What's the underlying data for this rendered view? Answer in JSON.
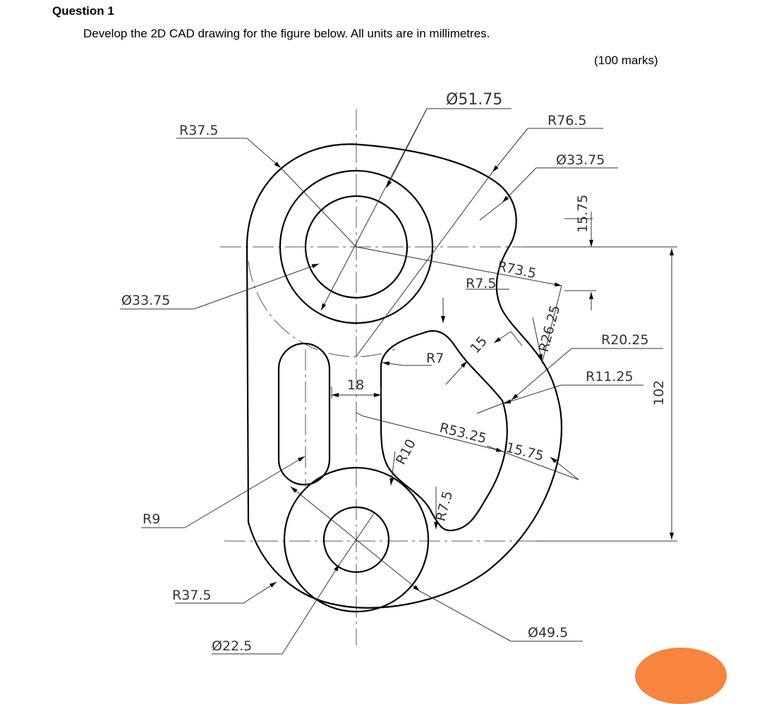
{
  "question": {
    "title": "Question 1",
    "text": "Develop the 2D CAD drawing for the figure below. All units are in millimetres.",
    "marks": "(100 marks)"
  },
  "dimensions": {
    "phi_51_75": "Ø51.75",
    "r76_5": "R76.5",
    "r37_5_top": "R37.5",
    "d33_75_right": "Ø33.75",
    "v15_75_top": "15.75",
    "d33_75_left": "Ø33.75",
    "r73_5": "R73.5",
    "r7_5_top": "R7.5",
    "r26_25": "R26.25",
    "r20_25": "R20.25",
    "r11_25": "R11.25",
    "v15": "15",
    "r7": "R7",
    "h18": "18",
    "r53_25": "R53.25",
    "h15_75": "15.75",
    "r10": "R10",
    "r7_5_bottom": "R7.5",
    "r9": "R9",
    "r37_5_bottom": "R37.5",
    "d22_5": "Ø22.5",
    "d49_5": "Ø49.5",
    "v102": "102"
  },
  "colors": {
    "line": "#000000",
    "thin": "#333333",
    "accent": "#f5853f"
  }
}
